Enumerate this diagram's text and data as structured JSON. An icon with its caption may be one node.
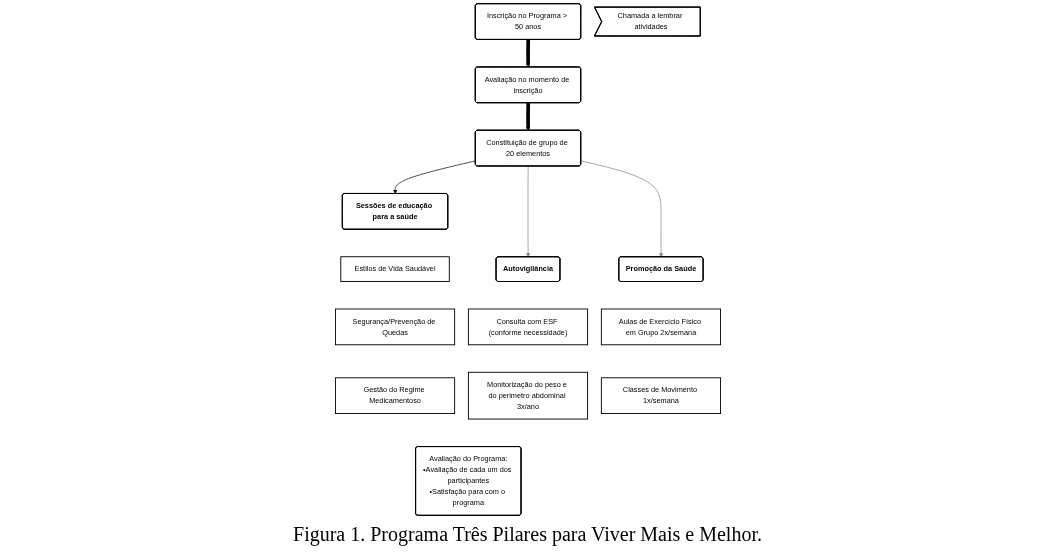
{
  "diagram": {
    "caption": "Figura 1. Programa Três Pilares para Viver Mais e Melhor.",
    "nodes": [
      {
        "text": [
          "Inscrição no Programa > 50 anos"
        ]
      },
      {
        "text": [
          "Avaliação no momento de inscrição"
        ]
      },
      {
        "text": [
          "Constituição de grupo de 20 elementos"
        ]
      },
      {
        "text": [
          "Sessões de educação para a saúde"
        ]
      },
      {
        "text": [
          "Estilos de Vida Saudável"
        ]
      },
      {
        "text": [
          "Segurança/Prevenção de Quedas"
        ]
      },
      {
        "text": [
          "Gestão do Regime Medicamentoso"
        ]
      },
      {
        "text": [
          "Autovigilância"
        ]
      },
      {
        "text": [
          "Consulta com ESF (conforme necessidade)"
        ]
      },
      {
        "text": [
          "Monitorização do peso e do perimetro abdominal 3x/ano"
        ]
      },
      {
        "text": [
          "Promoção da Saúde"
        ]
      },
      {
        "text": [
          "Aulas de Exercício Físico em Grupo 2x/semana"
        ]
      },
      {
        "text": [
          "Classes de Movimento 1x/semana"
        ]
      },
      {
        "text": [
          "Chamada a lembrar atividades"
        ]
      },
      {
        "text": [
          "Avaliação do Programa:",
          "•Avaliação de cada um dos participantes",
          "•Satisfação para com o programa"
        ]
      }
    ],
    "edges": [
      {
        "from": 0,
        "to": 1,
        "arrow": "to",
        "style": "thick"
      },
      {
        "from": 1,
        "to": 2,
        "arrow": "to",
        "style": "thick"
      },
      {
        "from": 2,
        "to": 3,
        "arrow": "to"
      },
      {
        "from": 2,
        "to": 7,
        "arrow": "to",
        "color": "#808080"
      },
      {
        "from": 2,
        "to": 10,
        "arrow": "to",
        "color": "#808080"
      }
    ]
  }
}
